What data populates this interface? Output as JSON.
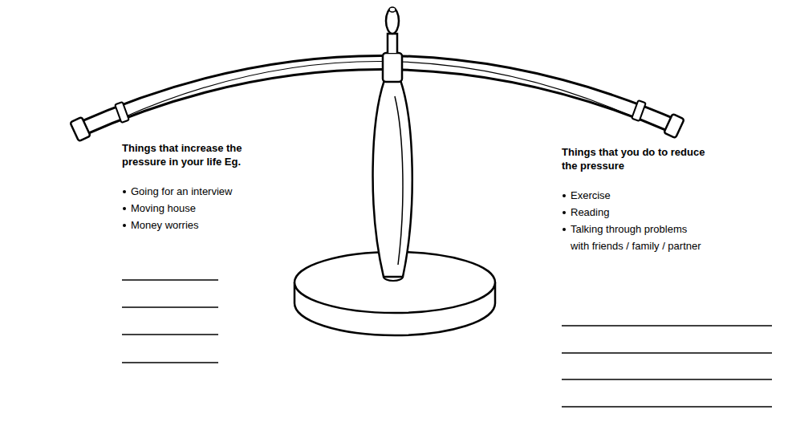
{
  "diagram": {
    "labels": [
      "Things that increase the pressure in your life Eg.",
      "Going for an interview",
      "Moving house",
      "Money worries",
      "Things that you do to reduce the pressure",
      "Exercise",
      "Reading",
      "Talking through problems with friends / family / partner"
    ]
  }
}
